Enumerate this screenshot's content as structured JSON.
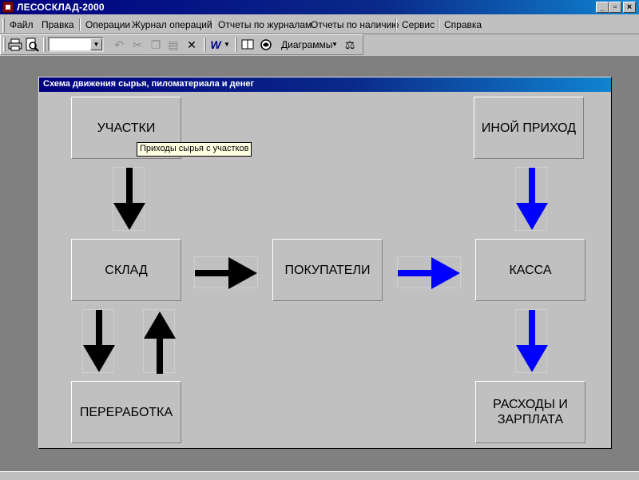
{
  "window": {
    "title": "ЛЕСОСКЛАД-2000",
    "controls": [
      "_",
      "▫",
      "×"
    ]
  },
  "menu": [
    {
      "label": "Файл"
    },
    {
      "label": "Правка"
    },
    {
      "label": "Операции"
    },
    {
      "label": "Журнал операций"
    },
    {
      "label": "Отчеты по журналам"
    },
    {
      "label": "Отчеты по наличию"
    },
    {
      "label": "Сервис"
    },
    {
      "label": "Справка"
    }
  ],
  "toolbar": {
    "combo_value": "",
    "diagrams_label": "Диаграммы",
    "icons": [
      "print-icon",
      "print-preview-icon",
      "undo-icon",
      "cut-icon",
      "copy-icon",
      "paste-icon",
      "delete-icon",
      "word-icon",
      "book-icon",
      "globe-icon",
      "scales-icon"
    ]
  },
  "scheme": {
    "title": "Схема движения сырья,  пиломатериала и денег",
    "boxes": {
      "plots": "УЧАСТКИ",
      "other_income": "ИНОЙ ПРИХОД",
      "warehouse": "СКЛАД",
      "buyers": "ПОКУПАТЕЛИ",
      "cashbox": "КАССА",
      "processing": "ПЕРЕРАБОТКА",
      "expenses_line1": "РАСХОДЫ И",
      "expenses_line2": "ЗАРПЛАТА"
    },
    "tooltip": "Приходы сырья с участков",
    "colors": {
      "material_flow": "#000000",
      "money_flow": "#0000ff"
    }
  }
}
